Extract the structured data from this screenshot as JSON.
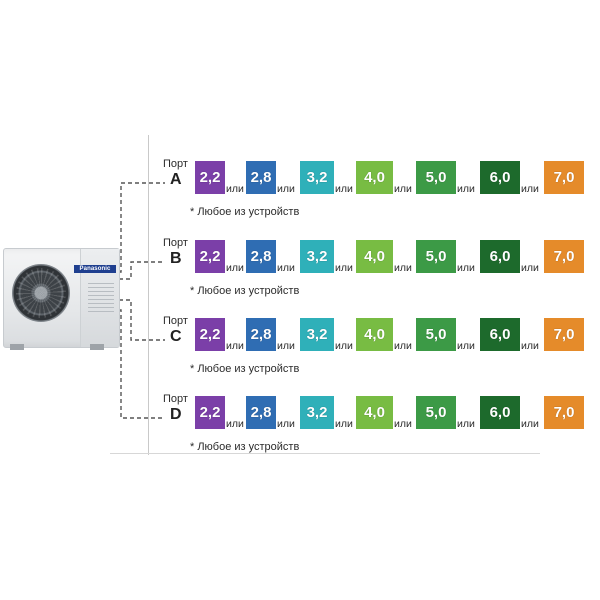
{
  "unit": {
    "brand": "Panasonic"
  },
  "or_label": "или",
  "ports": [
    {
      "label": "Порт",
      "letter": "A",
      "note": "* Любое из устройств"
    },
    {
      "label": "Порт",
      "letter": "B",
      "note": "* Любое из устройств"
    },
    {
      "label": "Порт",
      "letter": "C",
      "note": "* Любое из устройств"
    },
    {
      "label": "Порт",
      "letter": "D",
      "note": "* Любое из устройств"
    }
  ],
  "capacities": [
    {
      "value": "2,2",
      "color": "#7b3fa8"
    },
    {
      "value": "2,8",
      "color": "#2f6db3"
    },
    {
      "value": "3,2",
      "color": "#2fb0b9"
    },
    {
      "value": "4,0",
      "color": "#78bc43"
    },
    {
      "value": "5,0",
      "color": "#3c9a46"
    },
    {
      "value": "6,0",
      "color": "#1d6a2c"
    },
    {
      "value": "7,0",
      "color": "#e58b2a"
    }
  ]
}
